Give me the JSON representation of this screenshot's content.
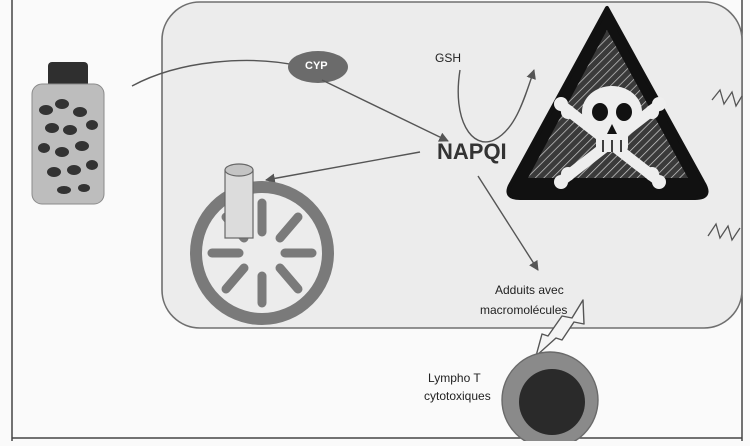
{
  "labels": {
    "cyp": "CYP",
    "gsh": "GSH",
    "napqi": "NAPQI",
    "adducts_line1": "Adduits avec",
    "adducts_line2": "macromolécules",
    "lympho_line1": "Lympho T",
    "lympho_line2": "cytotoxiques"
  },
  "icons": {
    "pill_bottle": "pill-bottle-icon",
    "mitochondrion": "mitochondrion-icon",
    "hazard_sign": "skull-crossbones-warning-icon",
    "lymphocyte": "lymphocyte-cell-icon",
    "lightning": "lightning-bolt-icon"
  },
  "colors": {
    "cell_fill": "#ececec",
    "cell_stroke": "#6f6f6f",
    "cyp_fill": "#6b6b6b",
    "arrow": "#555555",
    "mito_fill": "#7a7a7a",
    "lympho_outer": "#8a8a8a",
    "lympho_inner": "#2a2a2a",
    "warning_stroke": "#111111"
  }
}
